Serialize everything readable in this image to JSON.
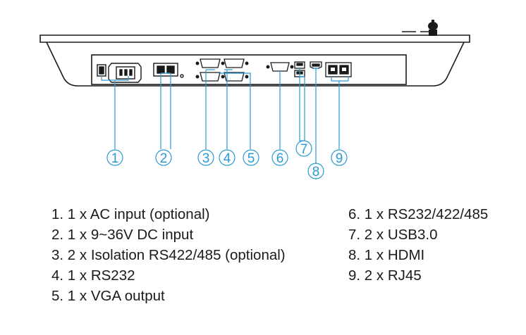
{
  "colors": {
    "line": "#1a1a1a",
    "accent": "#2a9ad6",
    "text": "#1a1a1a"
  },
  "callout_numbers": [
    "1",
    "2",
    "3",
    "4",
    "5",
    "6",
    "7",
    "8",
    "9"
  ],
  "legend": {
    "left": [
      "1. 1 x AC input (optional)",
      "2. 1 x 9~36V DC input",
      "3. 2 x Isolation RS422/485 (optional)",
      "4. 1 x RS232",
      "5. 1 x VGA output"
    ],
    "right": [
      "6. 1 x RS232/422/485",
      "7. 2 x USB3.0",
      "8. 1 x HDMI",
      "9. 2 x RJ45"
    ]
  }
}
